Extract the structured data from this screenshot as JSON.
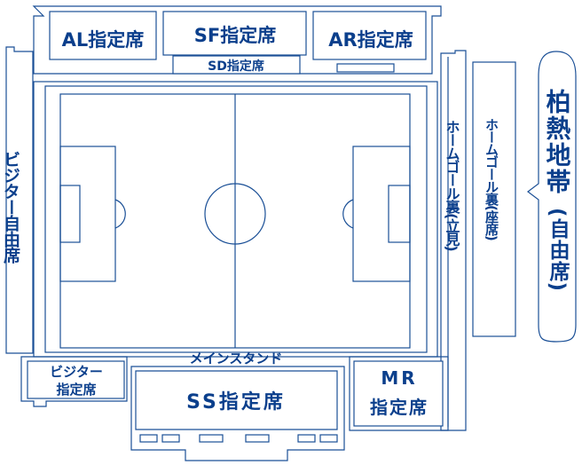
{
  "colors": {
    "line": "#1a4f96",
    "text": "#0b3f8c",
    "background": "#ffffff"
  },
  "stands": {
    "al": "AL指定席",
    "sf": "SF指定席",
    "sd": "SD指定席",
    "ar": "AR指定席",
    "visitor_free": "ビジター自由席",
    "home_goal_standing": "ホームゴール裏(立見)",
    "home_goal_seat": "ホームゴール裏(座席)",
    "hakunetsu": "柏熱地帯",
    "hakunetsu_sub": "(自由席)",
    "main_stand": "メインスタンド",
    "visitor_reserved_line1": "ビジター",
    "visitor_reserved_line2": "指定席",
    "ss": "SS指定席",
    "mr_line1": "MR",
    "mr_line2": "指定席"
  }
}
